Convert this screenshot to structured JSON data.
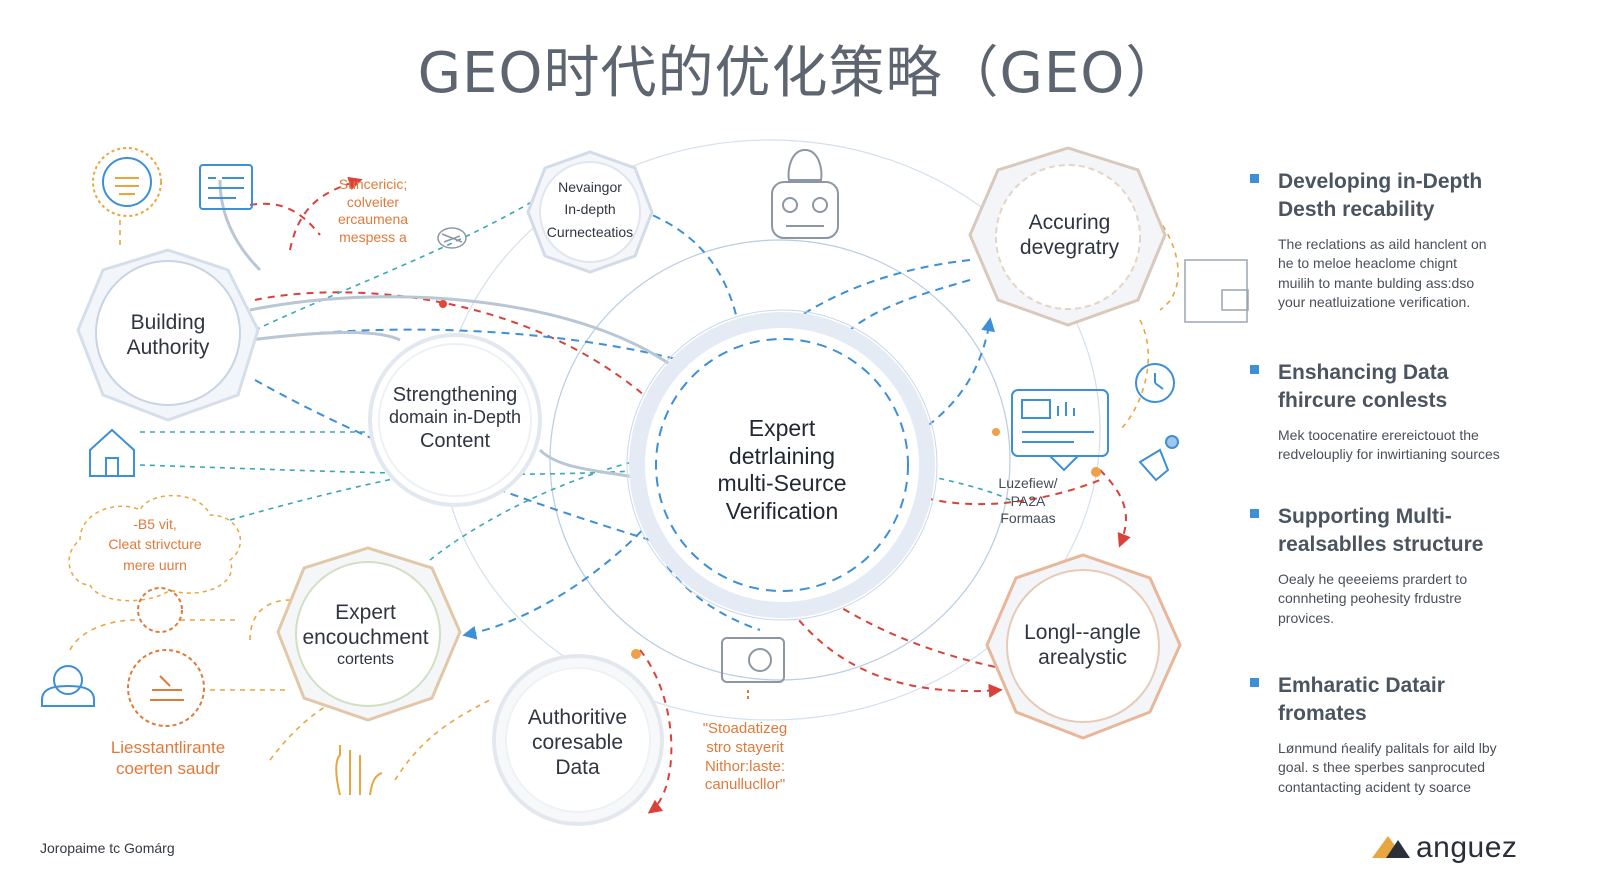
{
  "title": "GEO时代的优化策略（GEO）",
  "center": {
    "lines": [
      "Expert",
      "detrlaining",
      "multi-Seurce",
      "Verification"
    ]
  },
  "nodes": {
    "building_authority": [
      "Building",
      "Authority"
    ],
    "strengthening": [
      "Strengthening",
      "domain in-Depth",
      "Content"
    ],
    "in_depth": [
      "Nevaingor",
      "In-depth",
      "Curnecteatios"
    ],
    "accuring": [
      "Accuring",
      "devegratry"
    ],
    "expert_encouchment": [
      "Expert",
      "encouchment",
      "cortents"
    ],
    "authoritive": [
      "Authoritive",
      "coresable",
      "Data"
    ],
    "long_angle": [
      "Longl--angle",
      "arealystic"
    ]
  },
  "annotations": {
    "suncericic": [
      "Suncericic;",
      "colveiter",
      "ercaumena",
      "mespess a"
    ],
    "cleat_structure": [
      "-B5 vit,",
      "Cleat strivcture",
      "mere uurn"
    ],
    "liesstant": [
      "Liesstantlirante",
      "coerten saudr"
    ],
    "stoadatizeg": [
      "\"Stoadatizeg",
      "stro stayerit",
      "Nithor:laste:",
      "canullucllor\""
    ],
    "luzefiew": [
      "Luzefiew/",
      "PA2A",
      "Formaas"
    ]
  },
  "panel": [
    {
      "heading": [
        "Developing in-Depth",
        "Desth recability"
      ],
      "body": [
        "The reclations as aild hanclent on",
        "he to meloe heaclome chignt",
        "muilih to mante bulding ass:dso",
        "your neatluizatione verification."
      ]
    },
    {
      "heading": [
        "Enshancing Data",
        "fhircure conlests"
      ],
      "body": [
        "Mek toocenatire erereictouot the",
        "redveloupliy for inwirtianing sources"
      ]
    },
    {
      "heading": [
        "Supporting Multi-",
        "realsablles structure"
      ],
      "body": [
        "Oealy he qeeeiems prardert to",
        "connheting peohesity frdustre",
        "provices."
      ]
    },
    {
      "heading": [
        "Emharatic Datair",
        "fromates"
      ],
      "body": [
        "Lønmund ńealify palitals for aild lby",
        "goal. s thee sperbes sanprocuted",
        "contantacting acident ty soarce"
      ]
    }
  ],
  "footer": "Joropaime tc Gomárg",
  "brand": "anguez",
  "colors": {
    "accent_blue": "#3d8fd6",
    "accent_orange": "#e07a3a",
    "accent_red": "#d9423a",
    "accent_teal": "#3aa7b5"
  }
}
